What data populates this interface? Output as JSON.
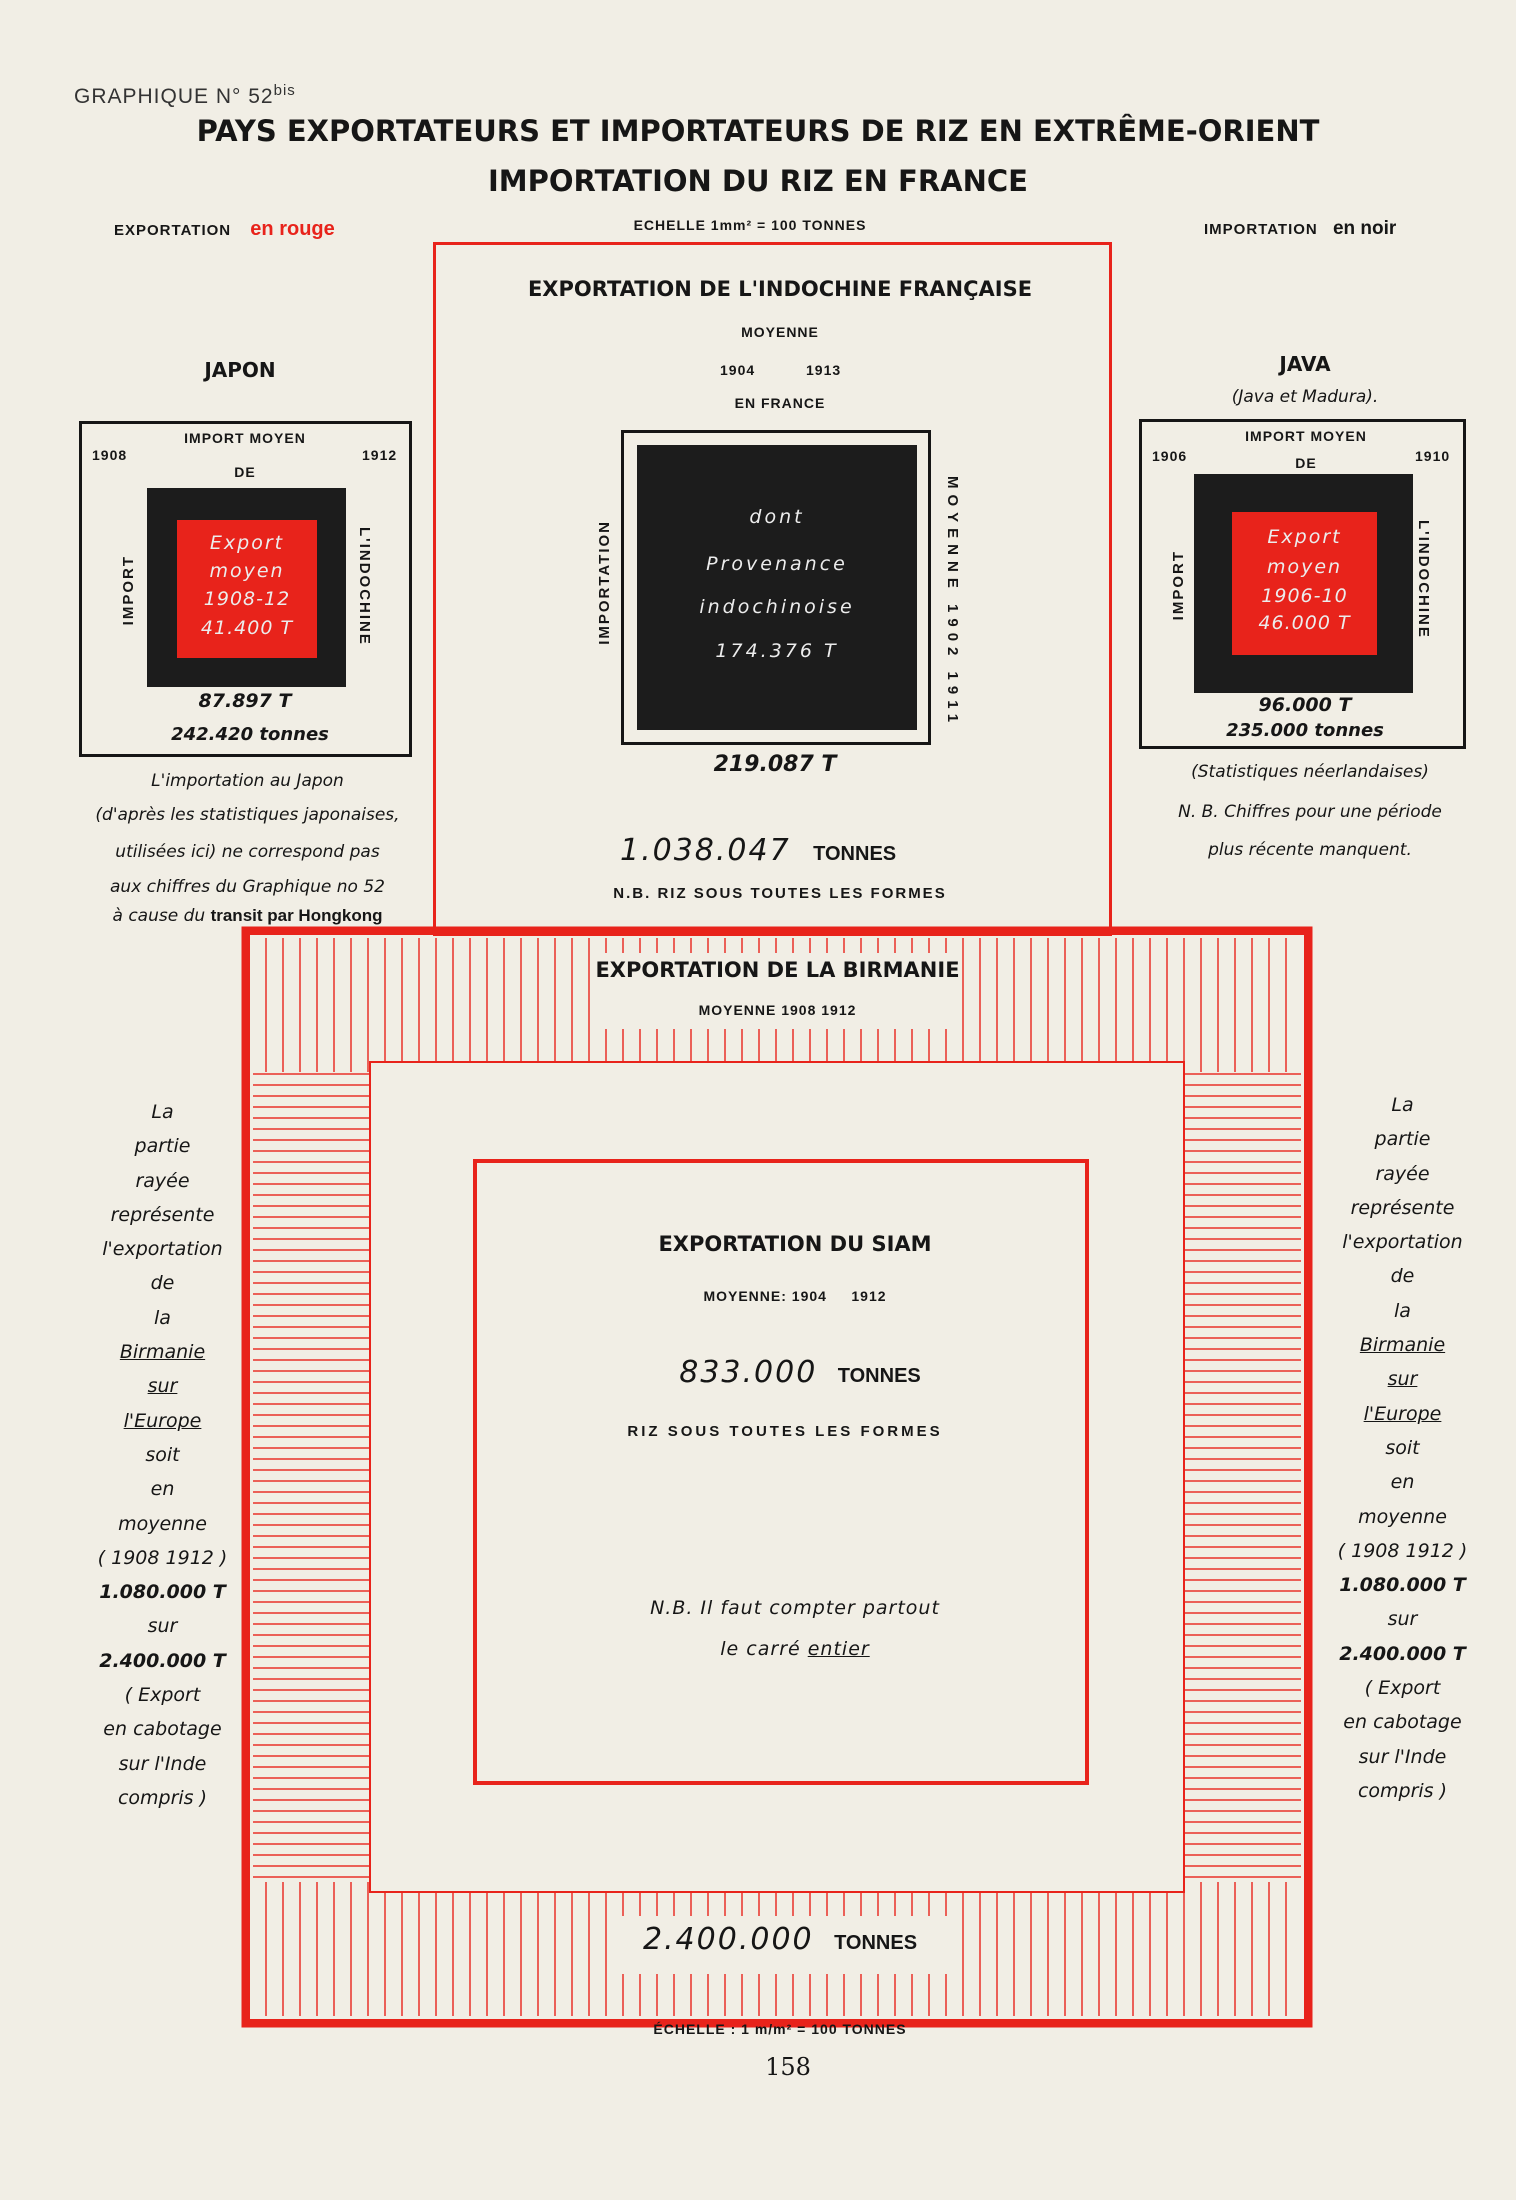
{
  "header": {
    "graph_label": "GRAPHIQUE N° 52",
    "graph_sup": "bis",
    "title_line1": "PAYS EXPORTATEURS ET IMPORTATEURS DE RIZ EN EXTRÊME-ORIENT",
    "title_line2": "IMPORTATION DU RIZ EN FRANCE",
    "legend_left": "EXPORTATION",
    "legend_left_color_text": "en rouge",
    "scale_top": "ECHELLE 1mm² = 100 TONNES",
    "legend_right": "IMPORTATION",
    "legend_right_color_text": "en noir"
  },
  "indochine": {
    "title": "EXPORTATION DE L'INDOCHINE FRANÇAISE",
    "moyenne": "MOYENNE",
    "y1": "1904",
    "y2": "1913",
    "en_france": "EN FRANCE",
    "left_label": "IMPORTATION",
    "right_label": "MOYENNE 1902 1911",
    "inner_line1": "dont",
    "inner_line2": "Provenance",
    "inner_line3": "indochinoise",
    "inner_value": "174.376 T",
    "import_value": "219.087 T",
    "total_value": "1.038.047",
    "total_unit": "TONNES",
    "note": "N.B. RIZ SOUS TOUTES LES FORMES"
  },
  "japon": {
    "name": "JAPON",
    "box_title1": "IMPORT MOYEN",
    "box_title2": "DE",
    "y1": "1908",
    "y2": "1912",
    "left_label": "IMPORT",
    "right_label": "L'INDOCHINE",
    "export_l1": "Export",
    "export_l2": "moyen",
    "export_l3": "1908-12",
    "export_l4": "41.400 T",
    "import_value": "87.897 T",
    "tonnes": "242.420 tonnes",
    "note_l1": "L'importation au Japon",
    "note_l2": "(d'après les statistiques japonaises,",
    "note_l3": "utilisées ici) ne correspond pas",
    "note_l4": "aux chiffres du Graphique no 52",
    "note_l5a": "à cause du ",
    "note_l5b": "transit par Hongkong"
  },
  "java": {
    "name": "JAVA",
    "sub": "(Java et Madura).",
    "box_title1": "IMPORT MOYEN",
    "box_title2": "DE",
    "y1": "1906",
    "y2": "1910",
    "left_label": "IMPORT",
    "right_label": "L'INDOCHINE",
    "export_l1": "Export",
    "export_l2": "moyen",
    "export_l3": "1906-10",
    "export_l4": "46.000 T",
    "import_value": "96.000 T",
    "tonnes": "235.000 tonnes",
    "note_l1": "(Statistiques néerlandaises)",
    "note_l2": "N. B. Chiffres pour une période",
    "note_l3": "plus récente manquent."
  },
  "birmanie": {
    "title": "EXPORTATION DE LA BIRMANIE",
    "sub": "MOYENNE 1908 1912",
    "total_value": "2.400.000",
    "total_unit": "TONNES"
  },
  "siam": {
    "title": "EXPORTATION DU SIAM",
    "sub": "MOYENNE: 1904     1912",
    "value": "833.000",
    "unit": "TONNES",
    "forms": "RIZ SOUS TOUTES LES FORMES",
    "note_l1": "N.B. Il faut compter partout",
    "note_l2a": "le carré ",
    "note_l2b": "entier"
  },
  "side_note": {
    "lines": [
      "La",
      "partie",
      "rayée",
      "représente",
      "l'exportation",
      "de",
      "la",
      "Birmanie",
      "sur",
      "l'Europe",
      "soit",
      "en",
      "moyenne",
      "( 1908  1912 )",
      "1.080.000 T",
      "sur",
      "2.400.000 T",
      "( Export",
      "en cabotage",
      "sur l'Inde",
      "compris )"
    ]
  },
  "footer": {
    "scale": "ÉCHELLE : 1 m/m² = 100 TONNES",
    "page_number": "158"
  },
  "chart_data": {
    "type": "proportional-squares",
    "squares": [
      {
        "label": "EXPORTATION DE L'INDOCHINE FRANÇAISE",
        "kind": "export",
        "value": 1038047,
        "unit": "TONNES",
        "period": "1904 1913"
      },
      {
        "label": "JAPON",
        "kind": "import",
        "value": 242420,
        "unit": "tonnes",
        "period": "1908 1912"
      },
      {
        "label": "JAPON",
        "kind": "import de l'Indochine",
        "value": 87897,
        "period": "1908 1912"
      },
      {
        "label": "JAPON",
        "kind": "export",
        "value": 41400,
        "period": "1908-12"
      },
      {
        "label": "JAVA",
        "kind": "import",
        "value": 235000,
        "unit": "tonnes",
        "period": "1906 1910"
      },
      {
        "label": "JAVA",
        "kind": "import de l'Indochine",
        "value": 96000,
        "period": "1906 1910"
      },
      {
        "label": "JAVA",
        "kind": "export",
        "value": 46000,
        "period": "1906-10"
      },
      {
        "label": "IMPORTATION EN FRANCE",
        "kind": "import",
        "value": 219087,
        "period": "1902 1911"
      },
      {
        "label": "dont Provenance indochinoise",
        "kind": "import",
        "value": 174376,
        "period": "1902 1911"
      },
      {
        "label": "EXPORTATION DE LA BIRMANIE",
        "kind": "export",
        "value": 2400000,
        "unit": "TONNES",
        "period": "1908 1912"
      },
      {
        "label": "Birmanie sur l'Europe",
        "kind": "export",
        "value": 1080000,
        "period": "1908 1912"
      },
      {
        "label": "EXPORTATION DU SIAM",
        "kind": "export",
        "value": 833000,
        "unit": "TONNES",
        "period": "1904 1912"
      }
    ],
    "colors": {
      "export": "#e8231b",
      "import": "#1c1c1c"
    }
  }
}
